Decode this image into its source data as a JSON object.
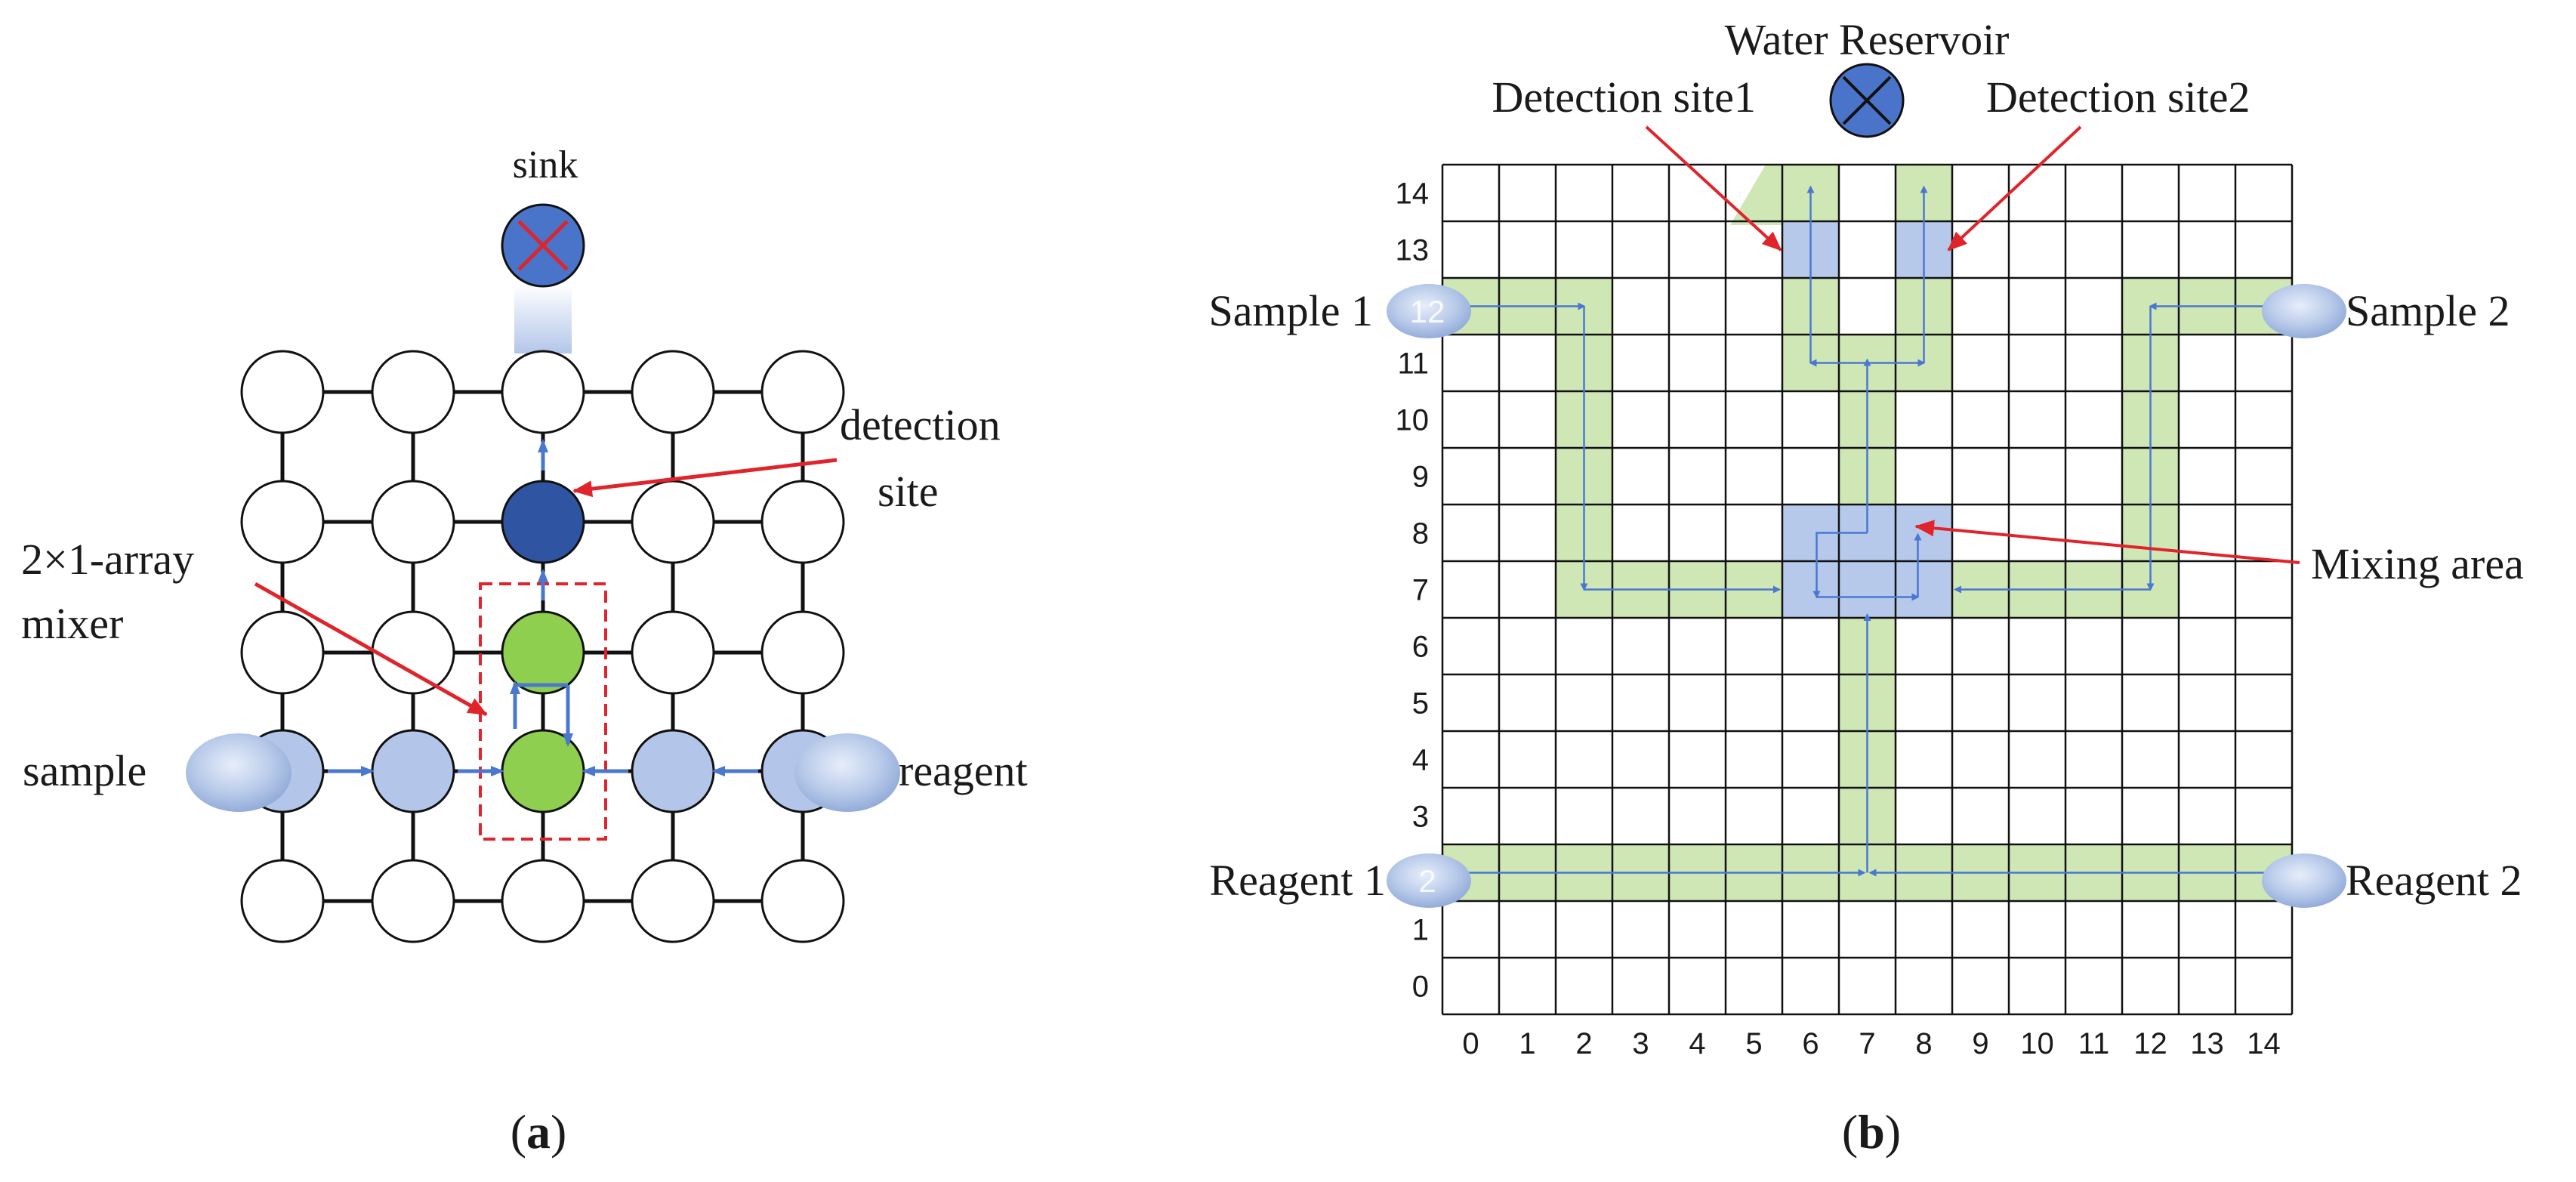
{
  "panel_a": {
    "caption_letter": "a",
    "labels": {
      "sink": "sink",
      "detection_line1": "detection",
      "detection_line2": "site",
      "mixer_line1": "2×1-array",
      "mixer_line2": "mixer",
      "sample": "sample",
      "reagent": "reagent"
    },
    "colors": {
      "sample_reagent_electrode": "#b3c6ea",
      "mixer_electrode": "#8fcf4f",
      "detection_electrode": "#2f55a2",
      "sink_fill": "#4a74c9",
      "sink_cross": "#d8282f",
      "arrow": "#4a78d0",
      "callout": "#e0242b"
    }
  },
  "panel_b": {
    "caption_letter": "b",
    "labels": {
      "water_reservoir": "Water Reservoir",
      "detection_site1": "Detection site1",
      "detection_site2": "Detection site2",
      "sample1": "Sample 1",
      "sample2": "Sample 2",
      "mixing_area": "Mixing area",
      "reagent1": "Reagent 1",
      "reagent2": "Reagent 2"
    },
    "grid": {
      "columns": 15,
      "rows": 15
    },
    "x_ticks": [
      "0",
      "1",
      "2",
      "3",
      "4",
      "5",
      "6",
      "7",
      "8",
      "9",
      "10",
      "11",
      "12",
      "13",
      "14"
    ],
    "y_ticks": [
      "0",
      "1",
      "2",
      "3",
      "4",
      "5",
      "6",
      "7",
      "8",
      "9",
      "10",
      "11",
      "12",
      "13",
      "14"
    ],
    "port_labels": {
      "sample1_port": "12",
      "reagent1_port": "2"
    },
    "colors": {
      "path": "#cfe6b5",
      "site": "#b7c9ea",
      "reservoir": "#4a74c9",
      "arrow": "#4a78d0",
      "callout": "#e0242b"
    }
  }
}
